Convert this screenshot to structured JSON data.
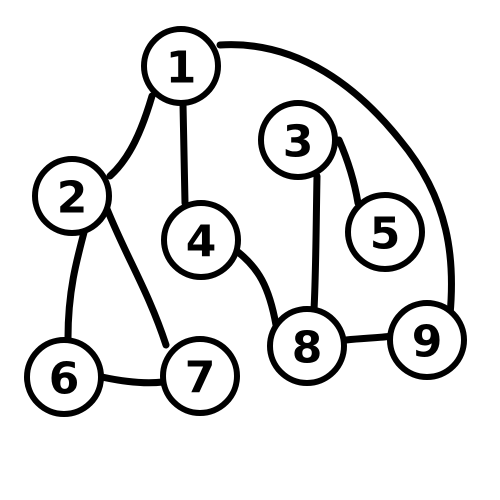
{
  "graph": {
    "nodes": [
      {
        "id": "1",
        "label": "1"
      },
      {
        "id": "2",
        "label": "2"
      },
      {
        "id": "3",
        "label": "3"
      },
      {
        "id": "4",
        "label": "4"
      },
      {
        "id": "5",
        "label": "5"
      },
      {
        "id": "6",
        "label": "6"
      },
      {
        "id": "7",
        "label": "7"
      },
      {
        "id": "8",
        "label": "8"
      },
      {
        "id": "9",
        "label": "9"
      }
    ],
    "edges": [
      {
        "from": "1",
        "to": "2"
      },
      {
        "from": "1",
        "to": "4"
      },
      {
        "from": "1",
        "to": "9"
      },
      {
        "from": "2",
        "to": "6"
      },
      {
        "from": "2",
        "to": "7"
      },
      {
        "from": "6",
        "to": "7"
      },
      {
        "from": "3",
        "to": "5"
      },
      {
        "from": "3",
        "to": "8"
      },
      {
        "from": "4",
        "to": "8"
      },
      {
        "from": "8",
        "to": "9"
      }
    ]
  },
  "colors": {
    "stroke": "#000000",
    "fill": "#ffffff"
  }
}
